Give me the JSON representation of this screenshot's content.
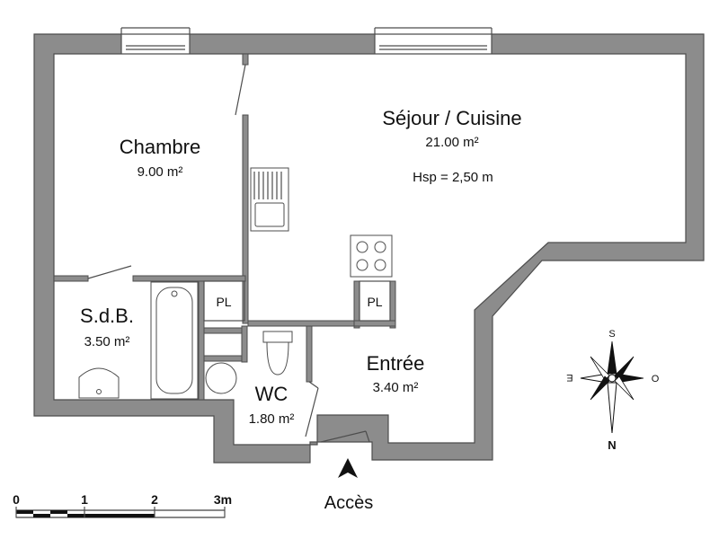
{
  "rooms": {
    "sejour": {
      "name": "Séjour / Cuisine",
      "area": "21.00 m²",
      "height": "Hsp =  2,50 m"
    },
    "chambre": {
      "name": "Chambre",
      "area": "9.00 m²"
    },
    "sdb": {
      "name": "S.d.B.",
      "area": "3.50 m²"
    },
    "wc": {
      "name": "WC",
      "area": "1.80 m²"
    },
    "entree": {
      "name": "Entrée",
      "area": "3.40 m²"
    }
  },
  "closets": {
    "left": "PL",
    "right": "PL"
  },
  "access": {
    "label": "Accès",
    "icon": "entrance-arrow-icon"
  },
  "compass": {
    "south": "S",
    "west": "O",
    "east": "E",
    "north": "N",
    "icon": "compass-rose-icon"
  },
  "scale_bar": {
    "ticks": [
      "0",
      "1",
      "2",
      "3m"
    ]
  }
}
